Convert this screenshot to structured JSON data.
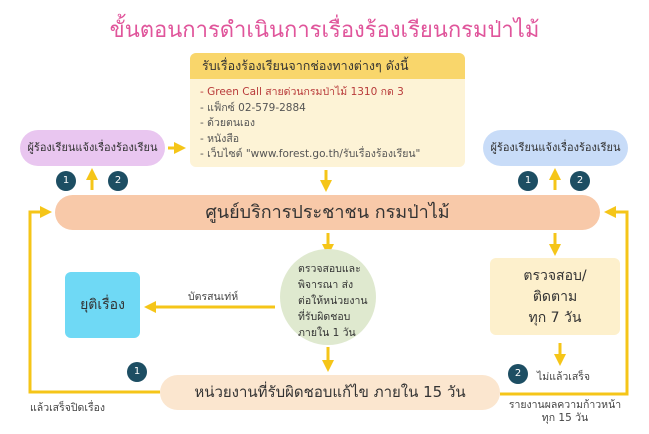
{
  "title": "ขั้นตอนการดำเนินการเรื่องร้องเรียนกรมป่าไม้",
  "channels": {
    "header": "รับเรื่องร้องเรียนจากช่องทางต่างๆ ดังนี้",
    "items": [
      "- Green Call สายด่วนกรมป่าไม้ 1310 กด 3",
      "- แฟ็กซ์ 02-579-2884",
      "- ด้วยตนเอง",
      "- หนังสือ",
      "- เว็บไซต์ \"www.forest.go.th/รับเรื่องร้องเรียน\""
    ]
  },
  "left_pill": "ผู้ร้องเรียนแจ้งเรื่องร้องเรียน",
  "right_pill": "ผู้ร้องเรียนแจ้งเรื่องร้องเรียน",
  "numbers": {
    "one": "1",
    "two": "2"
  },
  "main_bar": "ศูนย์บริการประชาชน กรมป่าไม้",
  "review": [
    "ตรวจสอบและ",
    "พิจารณา ส่ง",
    "ต่อให้หน่วยงาน",
    "ที่รับผิดชอบ",
    "ภายใน 1 วัน"
  ],
  "close_box": "ยุติเรื่อง",
  "anonymous_label": "บัตรสนเท่ห์",
  "follow_box": [
    "ตรวจสอบ/",
    "ติดตาม",
    "ทุก 7 วัน"
  ],
  "bottom_bar": "หน่วยงานที่รับผิดชอบแก้ไข ภายใน 15 วัน",
  "done_label": "แล้วเสร็จปิดเรื่อง",
  "not_done_label": "ไม่แล้วเสร็จ",
  "report_label": [
    "รายงานผลความก้าวหน้า",
    "ทุก 15 วัน"
  ],
  "colors": {
    "arrow": "#f5c518",
    "title": "#e0559b",
    "badge": "#1d4e63"
  }
}
